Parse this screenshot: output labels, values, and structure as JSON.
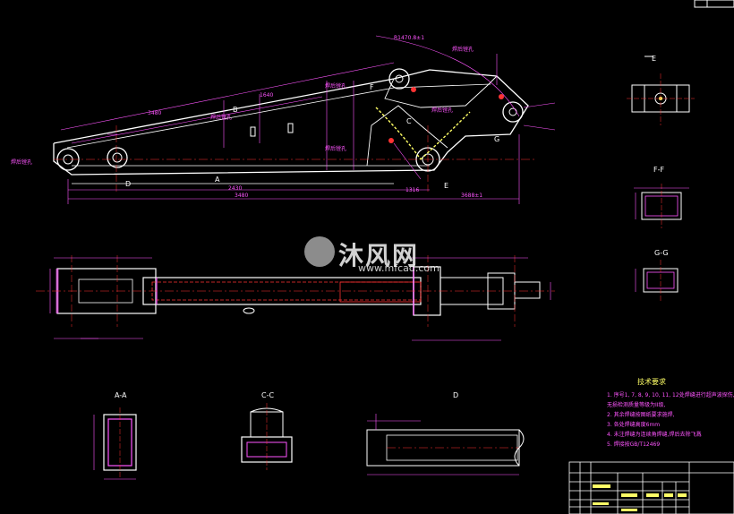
{
  "watermark": {
    "cn": "沐风网",
    "en": "www.mfcad.com"
  },
  "views": {
    "main_labels": {
      "d": "D",
      "a": "A",
      "e": "E",
      "b": "B",
      "c": "C",
      "f": "F",
      "g": "G"
    },
    "section_titles": {
      "e": "E",
      "ff": "F-F",
      "gg": "G-G",
      "aa": "A-A",
      "cc": "C-C",
      "d": "D"
    }
  },
  "weld_notes": [
    "焊后镗孔",
    "焊后镗孔",
    "焊后镗孔",
    "焊后镗孔",
    "焊后镗孔",
    "焊后镗孔"
  ],
  "main_dims": [
    "3480",
    "2430",
    "3480",
    "3688±1",
    "1640",
    "1316",
    "R1470.8±1"
  ],
  "tech": {
    "title": "技术要求",
    "lines": [
      "1. 序号1, 7, 8, 9, 10, 11, 12处焊缝进行超声波探伤,",
      "无损检测质量等级为II级,",
      "2. 其余焊缝按图纸要求施焊,",
      "3. 各处焊缝高度6mm",
      "4. 未注焊缝为连续角焊缝,焊后去除飞溅",
      "5. 焊接按GB/T12469"
    ]
  },
  "title_block": {
    "rows": 6,
    "cols": 8
  }
}
